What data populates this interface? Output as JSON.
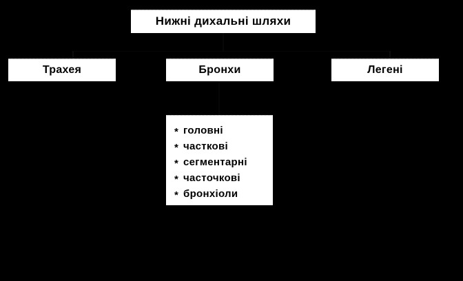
{
  "diagram": {
    "title": "Нижні дихальні шляхи",
    "root": {
      "label": "Нижні дихальні шляхи",
      "name": "lower-respiratory-tract"
    },
    "branches": [
      {
        "label": "Трахея",
        "name": "trachea"
      },
      {
        "label": "Бронхи",
        "name": "bronchi"
      },
      {
        "label": "Легені",
        "name": "lungs"
      }
    ],
    "bronchi_details": {
      "bullet": "*",
      "items": [
        "головні",
        "часткові",
        "сегментарні",
        "часточкові",
        "бронхіоли"
      ]
    },
    "colors": {
      "background": "#000000",
      "box_fill": "#ffffff",
      "text": "#000000",
      "border": "#9b9b9b"
    }
  }
}
